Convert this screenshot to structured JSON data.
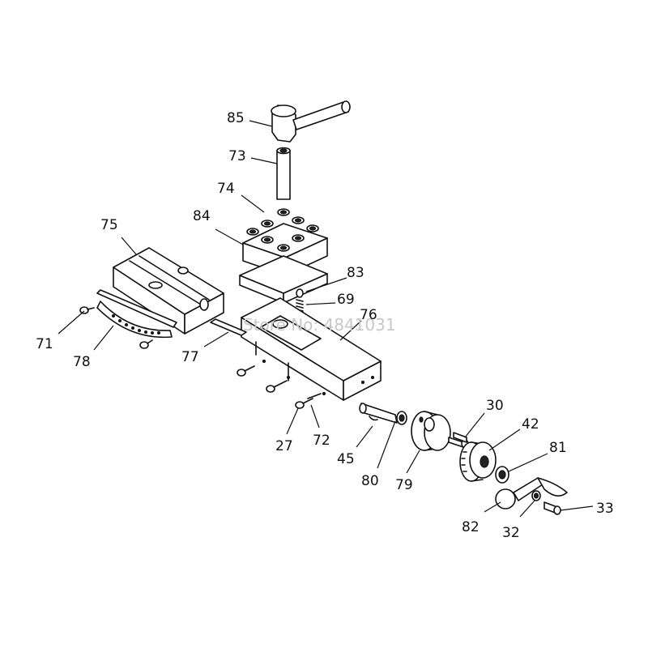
{
  "watermark": "Store No: 4841031",
  "part_labels": {
    "l85": "85",
    "l73": "73",
    "l74": "74",
    "l84": "84",
    "l75": "75",
    "l83": "83",
    "l69": "69",
    "l76": "76",
    "l71": "71",
    "l78": "78",
    "l77": "77",
    "l27": "27",
    "l72": "72",
    "l45": "45",
    "l80": "80",
    "l79": "79",
    "l30": "30",
    "l42": "42",
    "l81": "81",
    "l82": "82",
    "l32": "32",
    "l33": "33"
  }
}
